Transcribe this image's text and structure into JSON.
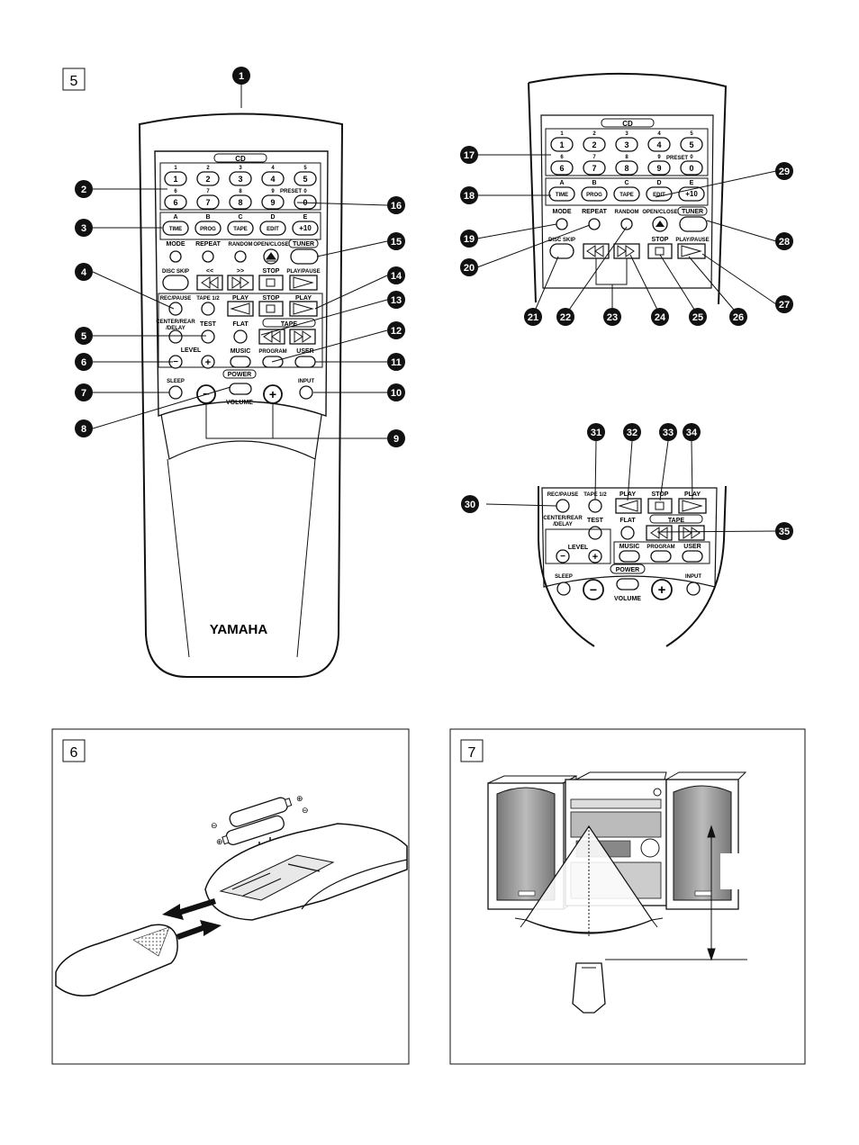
{
  "figures": {
    "fig5_label": "5",
    "fig6_label": "6",
    "fig7_label": "7"
  },
  "remote": {
    "brand": "YAMAHA",
    "cd_label": "CD",
    "digits_top": [
      "1",
      "2",
      "3",
      "4",
      "5"
    ],
    "digits_bottom": [
      "6",
      "7",
      "8",
      "9",
      "0"
    ],
    "letters": [
      "A",
      "B",
      "C",
      "D",
      "E"
    ],
    "preset_label": "PRESET",
    "time_label": "TIME",
    "prog_label": "PROG",
    "tape_btn_label": "TAPE",
    "edit_label": "EDIT",
    "plus10_label": "+10",
    "mode_label": "MODE",
    "repeat_label": "REPEAT",
    "random_label": "RANDOM",
    "open_close_label": "OPEN/CLOSE",
    "tuner_label": "TUNER",
    "disc_skip_label": "DISC SKIP",
    "stop_label": "STOP",
    "play_pause_label": "PLAY/PAUSE",
    "rec_pause_label": "REC/PAUSE",
    "tape12_label": "TAPE 1/2",
    "play_label": "PLAY",
    "center_rear_label": "CENTER/REAR",
    "delay_label": "/DELAY",
    "test_label": "TEST",
    "flat_label": "FLAT",
    "tape_label": "TAPE",
    "level_label": "LEVEL",
    "music_label": "MUSIC",
    "program_label": "PROGRAM",
    "user_label": "USER",
    "power_label": "POWER",
    "sleep_label": "SLEEP",
    "volume_label": "VOLUME",
    "input_label": "INPUT"
  },
  "callouts": [
    "1",
    "2",
    "3",
    "4",
    "5",
    "6",
    "7",
    "8",
    "9",
    "10",
    "11",
    "12",
    "13",
    "14",
    "15",
    "16",
    "17",
    "18",
    "19",
    "20",
    "21",
    "22",
    "23",
    "24",
    "25",
    "26",
    "27",
    "28",
    "29",
    "30",
    "31",
    "32",
    "33",
    "34",
    "35"
  ],
  "colors": {
    "ink": "#111111",
    "body": "#ffffff",
    "callout": "#111111"
  }
}
